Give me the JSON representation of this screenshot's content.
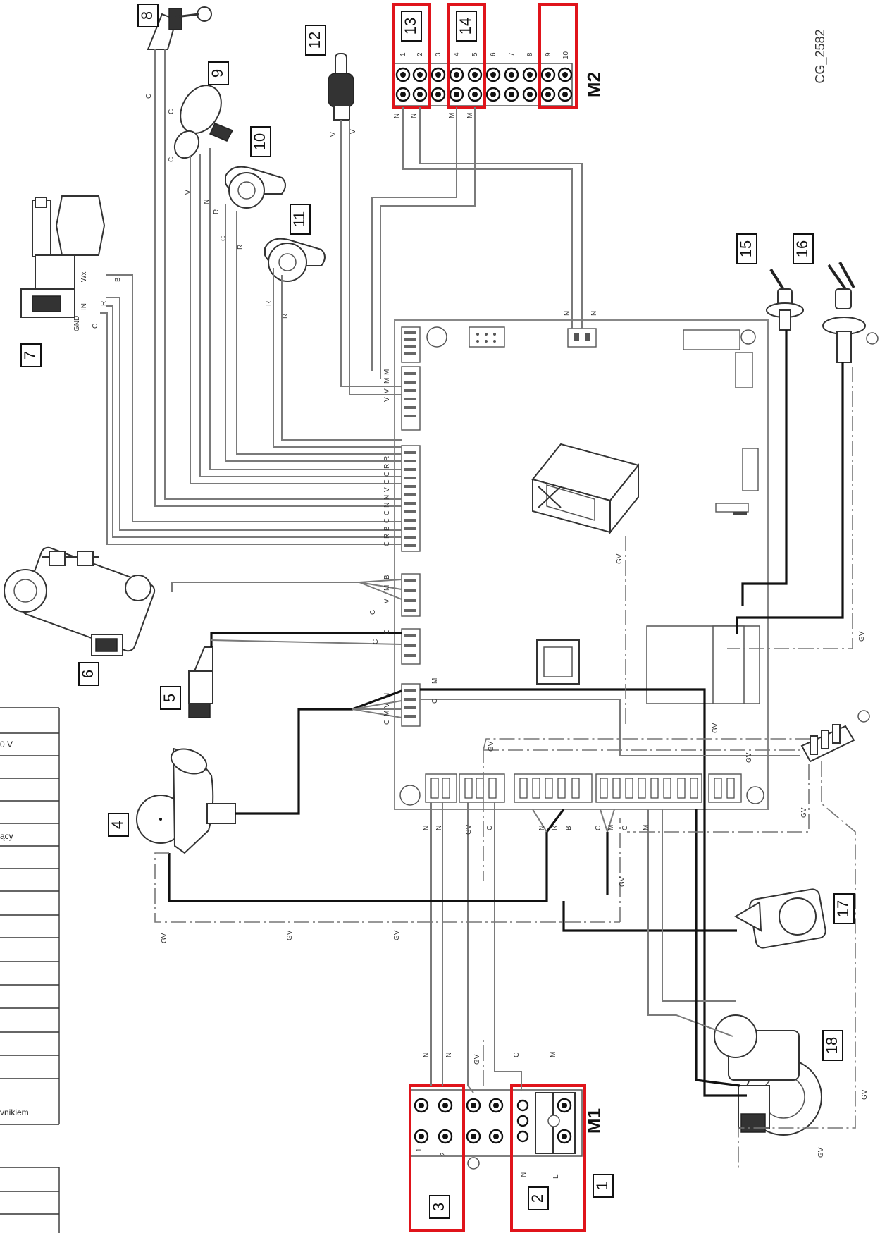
{
  "drawing_code": "CG_2582",
  "terminal_blocks": {
    "m1": "M1",
    "m2": "M2"
  },
  "component_numbers": [
    "1",
    "2",
    "3",
    "4",
    "5",
    "6",
    "7",
    "8",
    "9",
    "10",
    "11",
    "12",
    "13",
    "14",
    "15",
    "16",
    "17",
    "18"
  ],
  "m2_terminal_numbers": [
    "1",
    "2",
    "3",
    "4",
    "5",
    "6",
    "7",
    "8",
    "9",
    "10"
  ],
  "m1_terminal_numbers": [
    "1",
    "2"
  ],
  "m1_side_labels": [
    "N",
    "L"
  ],
  "wire_labels": {
    "m2_top": [
      "N",
      "N",
      "M",
      "M"
    ],
    "board_top": [
      "N",
      "N"
    ],
    "board_left_upper": [
      "V",
      "V",
      "M",
      "M"
    ],
    "board_left_mid": [
      "C",
      "R",
      "B",
      "C",
      "C",
      "N",
      "N",
      "V",
      "C",
      "C",
      "R",
      "R"
    ],
    "board_left_valve": [
      "C",
      "V",
      "M",
      "B"
    ],
    "board_left_5": [
      "C",
      "C"
    ],
    "board_left_4": [
      "C",
      "M",
      "V",
      "N"
    ],
    "board_bottom": [
      "N",
      "N",
      "GV",
      "C",
      "N",
      "R",
      "B",
      "C",
      "M",
      "C",
      "M"
    ],
    "m1_top": [
      "N",
      "N",
      "GV",
      "C",
      "M"
    ],
    "ground": [
      "GV",
      "GV",
      "GV",
      "GV",
      "GV",
      "GV",
      "GV",
      "GV",
      "GV",
      "GV",
      "GV",
      "GV"
    ],
    "sensor_8": [
      "C",
      "C"
    ],
    "sensor_9": [
      "C",
      "V",
      "N",
      "R"
    ],
    "sensor_10": [
      "C",
      "R"
    ],
    "sensor_11": [
      "R",
      "R"
    ],
    "sensor_12": [
      "V",
      "V"
    ],
    "flow_7": [
      "Wx",
      "B",
      "IN",
      "GND",
      "C",
      "R"
    ],
    "board_m": [
      "C",
      "M"
    ]
  },
  "legend_fragments": [
    "0 V",
    "ący",
    "vnikiem"
  ]
}
